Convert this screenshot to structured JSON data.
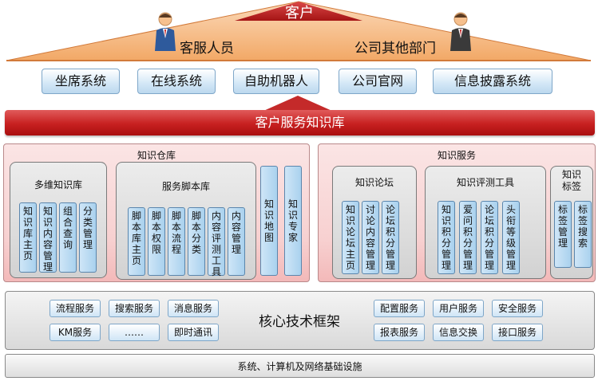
{
  "roof": {
    "title": "客户",
    "left_label": "客服人员",
    "right_label": "公司其他部门"
  },
  "channels": [
    "坐席系统",
    "在线系统",
    "自助机器人",
    "公司官网",
    "信息披露系统"
  ],
  "kb_bar": "客户服务知识库",
  "warehouse": {
    "title": "知识仓库",
    "multi": {
      "title": "多维知识库",
      "items": [
        "知识库主页",
        "知识内容管理",
        "组合查询",
        "分类管理"
      ]
    },
    "script": {
      "title": "服务脚本库",
      "items": [
        "脚本库主页",
        "脚本权限",
        "脚本流程",
        "脚本分类",
        "内容评测工具",
        "内容管理"
      ]
    },
    "map": "知识地图",
    "expert": "知识专家"
  },
  "service": {
    "title": "知识服务",
    "forum": {
      "title": "知识论坛",
      "items": [
        "知识论坛主页",
        "讨论内容管理",
        "论坛积分管理"
      ]
    },
    "eval": {
      "title": "知识评测工具",
      "items": [
        "知识积分管理",
        "爱问积分管理",
        "论坛积分管理",
        "头衔等级管理"
      ]
    },
    "tag": {
      "title": "知识标签",
      "items": [
        "标签管理",
        "标签搜索"
      ]
    }
  },
  "core": {
    "title": "核心技术框架",
    "left": [
      "流程服务",
      "搜索服务",
      "消息服务",
      "KM服务",
      "……",
      "即时通讯"
    ],
    "right": [
      "配置服务",
      "用户服务",
      "安全服务",
      "报表服务",
      "信息交换",
      "接口服务"
    ]
  },
  "infra": "系统、计算机及网络基础设施"
}
